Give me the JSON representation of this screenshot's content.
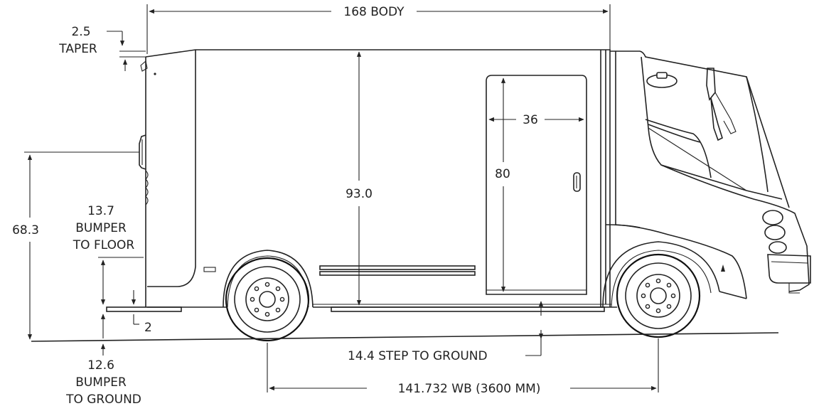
{
  "dimensions": {
    "body_length": "168  BODY",
    "taper_value": "2.5",
    "taper_label": "TAPER",
    "roof_height": "93.0",
    "door_width": "36",
    "door_height": "80",
    "floor_height_value": "68.3",
    "bumper_to_floor_value": "13.7",
    "bumper_to_floor_line1": "BUMPER",
    "bumper_to_floor_line2": "TO FLOOR",
    "bumper_offset": "2",
    "bumper_to_ground_value": "12.6",
    "bumper_to_ground_line1": "BUMPER",
    "bumper_to_ground_line2": "TO GROUND",
    "step_to_ground": "14.4  STEP TO GROUND",
    "wheelbase": "141.732   WB   (3600 MM)"
  }
}
